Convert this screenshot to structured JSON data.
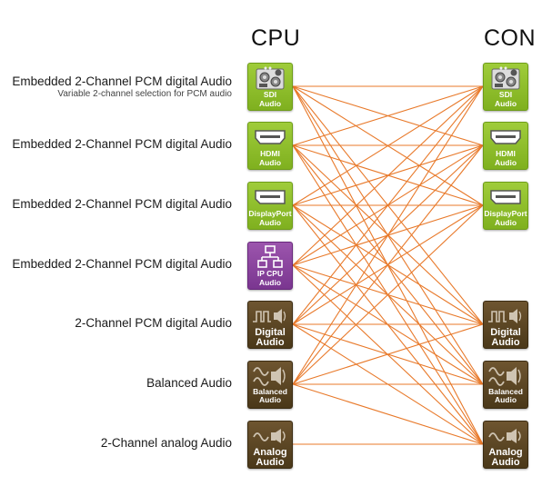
{
  "titles": {
    "cpu": "CPU",
    "con": "CON"
  },
  "colors": {
    "link": "#e8792a",
    "green": "#8dbd2a",
    "purple": "#8a45a0",
    "brown": "#5a4523"
  },
  "rows": [
    {
      "label": "Embedded 2-Channel PCM digital Audio",
      "sublabel": "Variable 2-channel selection for PCM audio",
      "cpu": {
        "icon": "sdi-connector-icon",
        "line1": "SDI",
        "line2": "Audio",
        "style": "green"
      },
      "con": {
        "icon": "sdi-connector-icon",
        "line1": "SDI",
        "line2": "Audio",
        "style": "green"
      }
    },
    {
      "label": "Embedded 2-Channel PCM digital Audio",
      "sublabel": "",
      "cpu": {
        "icon": "hdmi-connector-icon",
        "line1": "HDMI",
        "line2": "Audio",
        "style": "green"
      },
      "con": {
        "icon": "hdmi-connector-icon",
        "line1": "HDMI",
        "line2": "Audio",
        "style": "green"
      }
    },
    {
      "label": "Embedded 2-Channel PCM digital Audio",
      "sublabel": "",
      "cpu": {
        "icon": "displayport-connector-icon",
        "line1": "DisplayPort",
        "line2": "Audio",
        "style": "green"
      },
      "con": {
        "icon": "displayport-connector-icon",
        "line1": "DisplayPort",
        "line2": "Audio",
        "style": "green"
      }
    },
    {
      "label": "Embedded 2-Channel PCM digital Audio",
      "sublabel": "",
      "cpu": {
        "icon": "network-icon",
        "line1": "IP CPU",
        "line2": "Audio",
        "style": "purple"
      },
      "con": null
    },
    {
      "label": "2-Channel PCM digital Audio",
      "sublabel": "",
      "cpu": {
        "icon": "digital-wave-speaker-icon",
        "line1": "Digital",
        "line2": "Audio",
        "style": "brown"
      },
      "con": {
        "icon": "digital-wave-speaker-icon",
        "line1": "Digital",
        "line2": "Audio",
        "style": "brown"
      }
    },
    {
      "label": "Balanced Audio",
      "sublabel": "",
      "cpu": {
        "icon": "balanced-wave-speaker-icon",
        "line1": "Balanced",
        "line2": "Audio",
        "style": "brown"
      },
      "con": {
        "icon": "balanced-wave-speaker-icon",
        "line1": "Balanced",
        "line2": "Audio",
        "style": "brown"
      }
    },
    {
      "label": "2-Channel analog Audio",
      "sublabel": "",
      "cpu": {
        "icon": "analog-wave-speaker-icon",
        "line1": "Analog",
        "line2": "Audio",
        "style": "brown"
      },
      "con": {
        "icon": "analog-wave-speaker-icon",
        "line1": "Analog",
        "line2": "Audio",
        "style": "brown"
      }
    }
  ],
  "connections": [
    [
      0,
      0
    ],
    [
      0,
      1
    ],
    [
      0,
      2
    ],
    [
      0,
      4
    ],
    [
      0,
      5
    ],
    [
      0,
      6
    ],
    [
      1,
      0
    ],
    [
      1,
      1
    ],
    [
      1,
      2
    ],
    [
      1,
      4
    ],
    [
      1,
      5
    ],
    [
      1,
      6
    ],
    [
      2,
      0
    ],
    [
      2,
      1
    ],
    [
      2,
      2
    ],
    [
      2,
      4
    ],
    [
      2,
      5
    ],
    [
      2,
      6
    ],
    [
      3,
      0
    ],
    [
      3,
      1
    ],
    [
      3,
      2
    ],
    [
      3,
      4
    ],
    [
      3,
      5
    ],
    [
      3,
      6
    ],
    [
      4,
      0
    ],
    [
      4,
      1
    ],
    [
      4,
      2
    ],
    [
      4,
      4
    ],
    [
      4,
      5
    ],
    [
      4,
      6
    ],
    [
      5,
      0
    ],
    [
      5,
      1
    ],
    [
      5,
      2
    ],
    [
      5,
      4
    ],
    [
      5,
      5
    ],
    [
      5,
      6
    ],
    [
      6,
      6
    ]
  ]
}
